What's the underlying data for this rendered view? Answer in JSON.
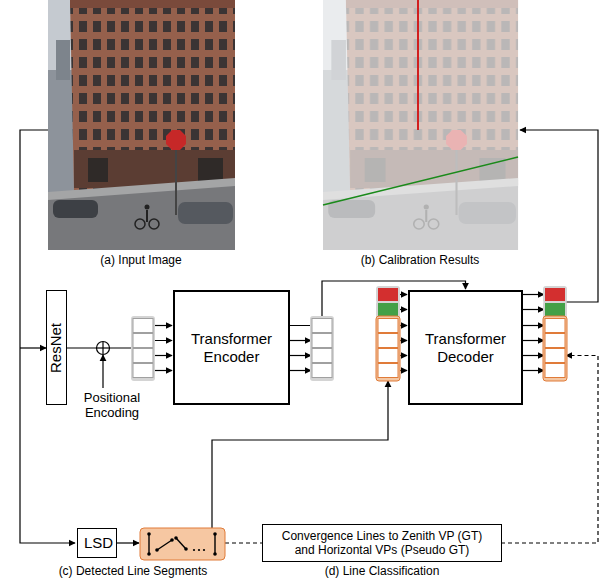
{
  "diagram": {
    "nodes": [
      {
        "text": [
          "ResNet"
        ]
      },
      {
        "text": [
          "Transformer Encoder"
        ]
      },
      {
        "text": [
          "Transformer Decoder"
        ]
      },
      {
        "text": [
          "LSD"
        ]
      },
      {
        "text": [
          "Convergence Lines to Zenith VP (GT) and Horizontal VPs (Pseudo GT)"
        ]
      }
    ],
    "edges": [
      {
        "from": 0,
        "to": 1,
        "arrow": "to"
      },
      {
        "from": 1,
        "to": 2,
        "arrow": "to"
      },
      {
        "from": 3,
        "to": 4,
        "arrow": "none"
      }
    ],
    "labels": [
      "(a) Input Image",
      "(b) Calibration Results",
      "Positional Encoding",
      "(c) Detected Line Segments",
      "(d) Line Classification"
    ]
  }
}
